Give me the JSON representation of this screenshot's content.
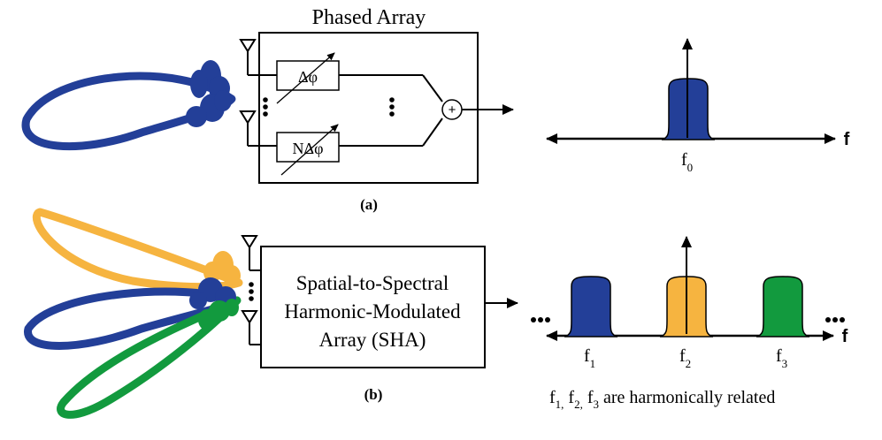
{
  "panel_a": {
    "title": "Phased Array",
    "phase_shifter_1": "Δφ",
    "phase_shifter_n": "NΔφ",
    "summer_symbol": "+",
    "axis_label": "f",
    "freq_label": "f",
    "freq_sub": "0",
    "caption": "(a)",
    "beam_color": "#233f98"
  },
  "panel_b": {
    "block_line1": "Spatial-to-Spectral",
    "block_line2": "Harmonic-Modulated",
    "block_line3": "Array (SHA)",
    "axis_label": "f",
    "freq_labels": [
      {
        "main": "f",
        "sub": "1"
      },
      {
        "main": "f",
        "sub": "2"
      },
      {
        "main": "f",
        "sub": "3"
      }
    ],
    "note_f1": "f",
    "note_sub1": "1,",
    "note_f2": " f",
    "note_sub2": "2,",
    "note_f3": " f",
    "note_sub3": "3",
    "note_rest": " are harmonically related",
    "caption": "(b)",
    "beam_colors": {
      "blue": "#233f98",
      "orange": "#f6b440",
      "green": "#129a3e"
    }
  }
}
